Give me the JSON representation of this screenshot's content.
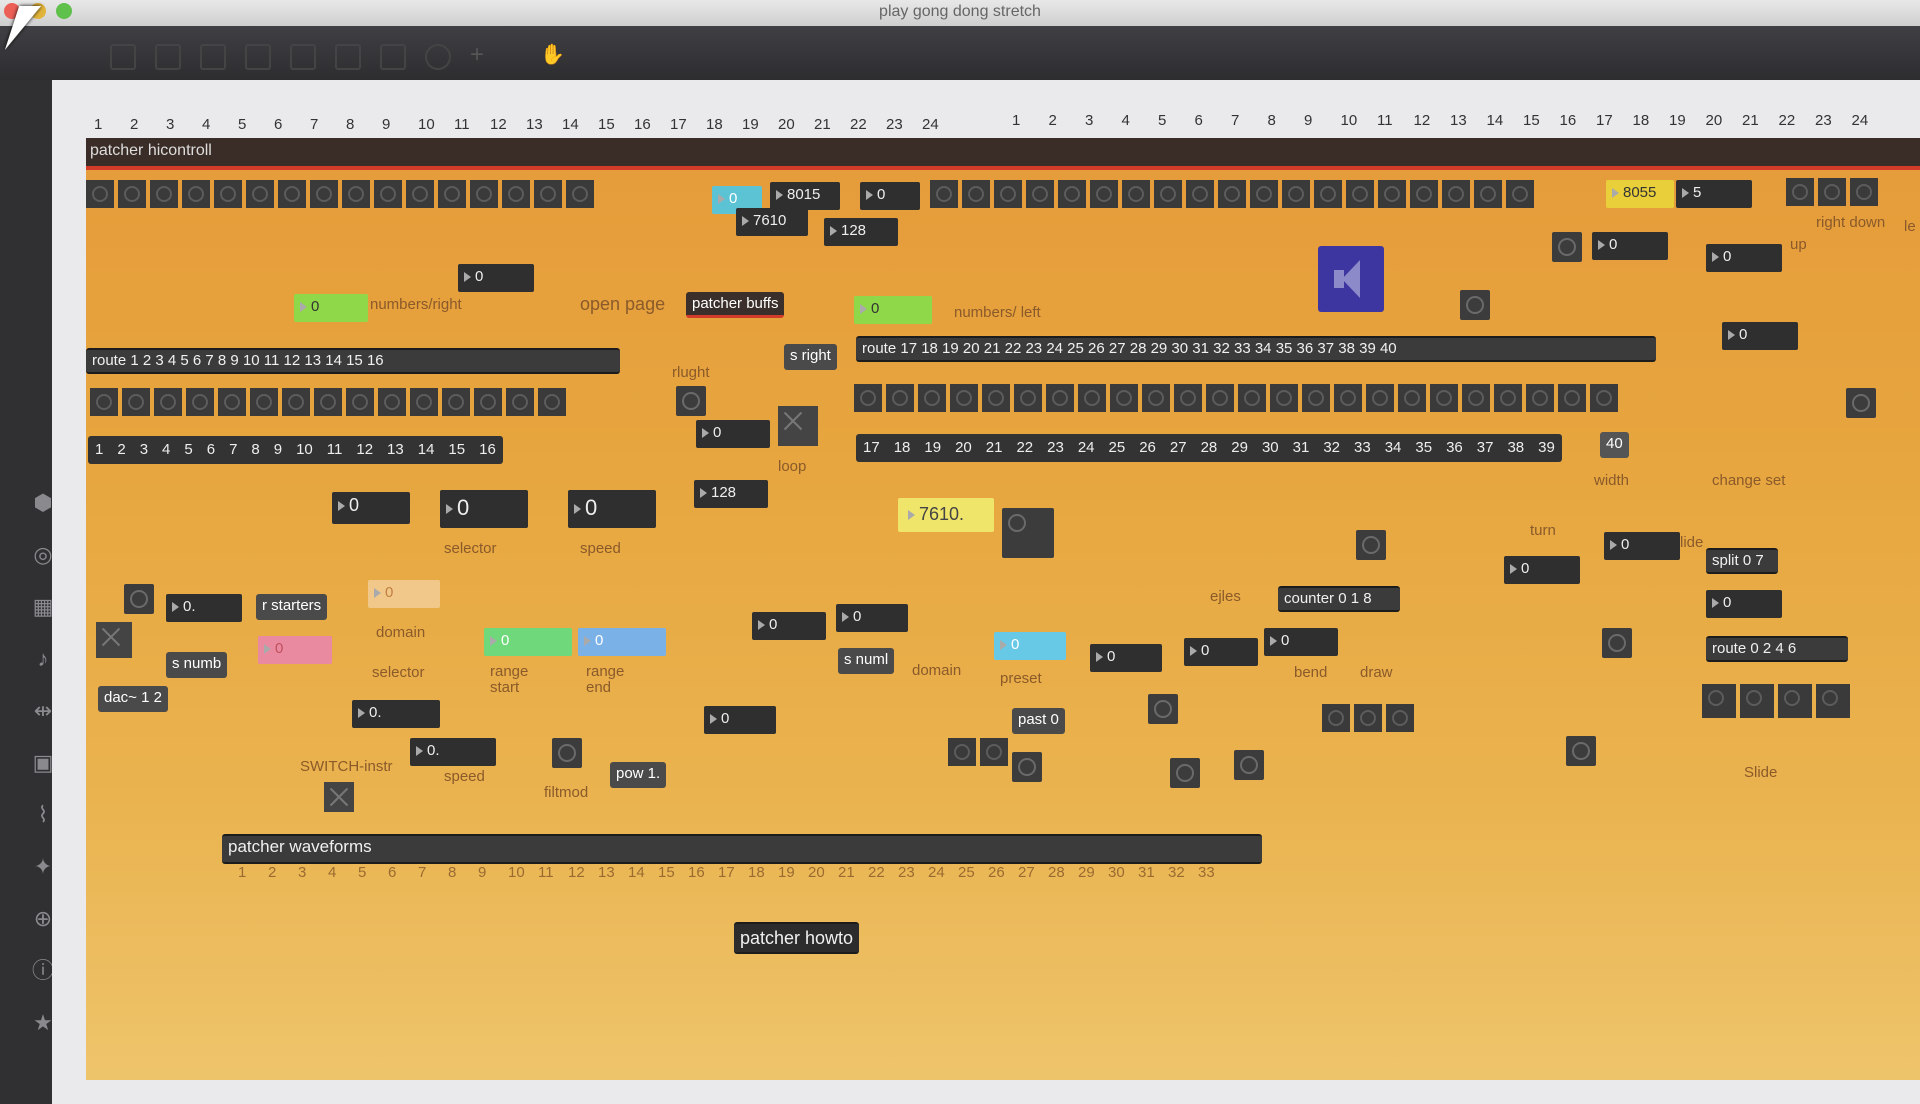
{
  "window": {
    "title": "play gong dong stretch"
  },
  "ruler": {
    "left": [
      "1",
      "2",
      "3",
      "4",
      "5",
      "6",
      "7",
      "8",
      "9",
      "10",
      "11",
      "12",
      "13",
      "14",
      "15",
      "16",
      "17",
      "18",
      "19",
      "20",
      "21",
      "22",
      "23",
      "24"
    ],
    "right": [
      "1",
      "2",
      "3",
      "4",
      "5",
      "6",
      "7",
      "8",
      "9",
      "10",
      "11",
      "12",
      "13",
      "14",
      "15",
      "16",
      "17",
      "18",
      "19",
      "20",
      "21",
      "22",
      "23",
      "24"
    ]
  },
  "patcher_header": "patcher hicontroll",
  "top_numbers": {
    "n8015": "8015",
    "n7610": "7610",
    "n128": "128",
    "n0a": "0",
    "n0b": "0",
    "n8055": "8055",
    "n5": "5",
    "n0c": "0",
    "n0d": "0"
  },
  "labels": {
    "right_down": "right down",
    "le": "le",
    "up": "up",
    "numbers_right": "numbers/right",
    "open_page": "open page",
    "numbers_left": "numbers/ left",
    "rlught": "rlught",
    "loop": "loop",
    "width": "width",
    "change_set": "change set",
    "selector": "selector",
    "speed": "speed",
    "turn": "turn",
    "slide_small": "lide",
    "ejles": "ejles",
    "domain_a": "domain",
    "selector_b": "selector",
    "range_start": "range start",
    "range_end": "range end",
    "domain_b": "domain",
    "preset": "preset",
    "bend": "bend",
    "draw": "draw",
    "switch_instr": "SWITCH-instr",
    "speed_b": "speed",
    "filtmod": "filtmod",
    "slide": "Slide"
  },
  "objects": {
    "patcher_buffs": "patcher buffs",
    "s_right": "s right",
    "route_left": "route 1 2 3 4 5 6 7 8 9 10 11 12 13 14 15 16",
    "route_right": "route 17 18 19 20 21 22 23 24 25 26 27 28 29 30 31 32 33 34 35 36 37 38 39 40",
    "r_starters": "r starters",
    "s_numb": "s numb",
    "dac": "dac~ 1 2",
    "s_numl": "s numl",
    "past": "past 0",
    "pow": "pow 1.",
    "counter": "counter 0 1 8",
    "split": "split 0 7",
    "route_small": "route 0 2 4 6",
    "patcher_waveforms": "patcher waveforms",
    "patcher_howto": "patcher howto"
  },
  "number_strip_left": [
    "1",
    "2",
    "3",
    "4",
    "5",
    "6",
    "7",
    "8",
    "9",
    "10",
    "11",
    "12",
    "13",
    "14",
    "15",
    "16"
  ],
  "number_strip_right": [
    "17",
    "18",
    "19",
    "20",
    "21",
    "22",
    "23",
    "24",
    "25",
    "26",
    "27",
    "28",
    "29",
    "30",
    "31",
    "32",
    "33",
    "34",
    "35",
    "36",
    "37",
    "38",
    "39"
  ],
  "strip_right_end": "40",
  "values": {
    "green_a": "0",
    "green_b": "0",
    "yellow_7610": "7610.",
    "big0a": "0",
    "big0b": "0",
    "big0c": "0",
    "v0": "0",
    "v0dot": "0.",
    "v0dot2": "0.",
    "v0dot3": "0.",
    "v128b": "128",
    "pinkish": "0",
    "range_start": "0",
    "range_end": "0",
    "preset": "0",
    "peach": "0"
  },
  "waveform_ruler": [
    "1",
    "2",
    "3",
    "4",
    "5",
    "6",
    "7",
    "8",
    "9",
    "10",
    "11",
    "12",
    "13",
    "14",
    "15",
    "16",
    "17",
    "18",
    "19",
    "20",
    "21",
    "22",
    "23",
    "24",
    "25",
    "26",
    "27",
    "28",
    "29",
    "30",
    "31",
    "32",
    "33"
  ]
}
